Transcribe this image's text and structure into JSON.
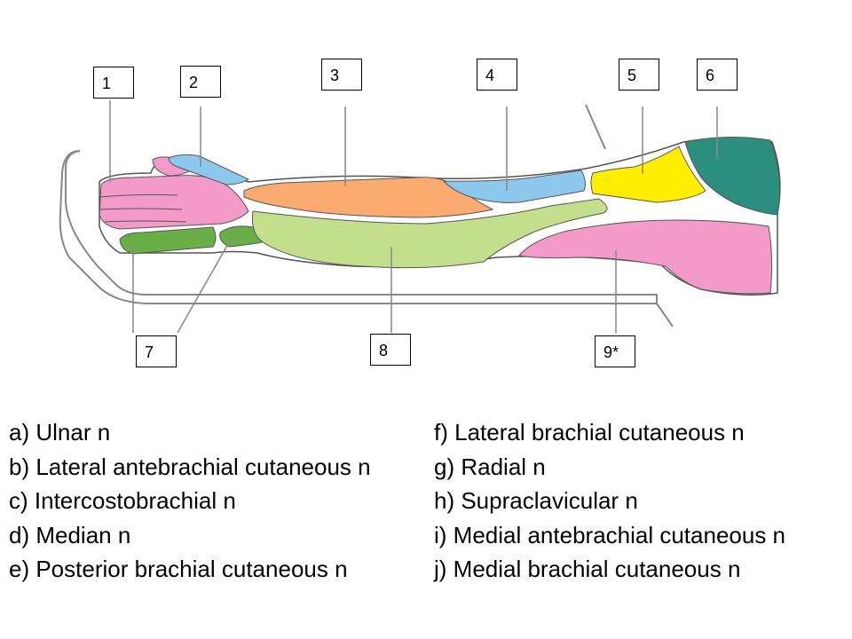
{
  "labels": {
    "l1": "1",
    "l2": "2",
    "l3": "3",
    "l4": "4",
    "l5": "5",
    "l6": "6",
    "l7": "7",
    "l8": "8",
    "l9": "9*"
  },
  "legend_left": [
    "a) Ulnar n",
    "b) Lateral antebrachial cutaneous n",
    "c) Intercostobrachial n",
    "d) Median n",
    "e) Posterior brachial cutaneous n"
  ],
  "legend_right": [
    "f) Lateral brachial cutaneous n",
    "g) Radial n",
    "h) Supraclavicular n",
    "i) Medial antebrachial cutaneous n",
    "j) Medial brachial cutaneous n"
  ],
  "colors": {
    "pink": "#f49ac8",
    "blue": "#8cc8ee",
    "orange": "#fbaa70",
    "light_green": "#c4df8c",
    "dark_green": "#6aae46",
    "yellow": "#ffee00",
    "teal": "#2a8f7e",
    "outline": "#555555",
    "table": "#999999"
  }
}
